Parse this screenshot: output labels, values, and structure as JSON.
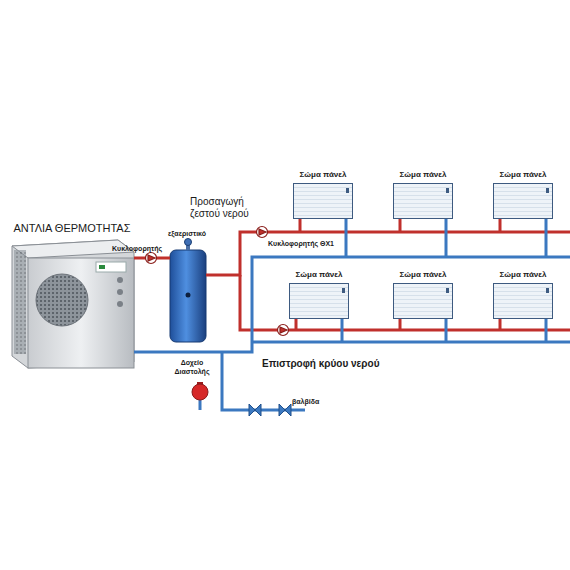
{
  "diagram": {
    "nodes": [
      {
        "text": [
          "ΑΝΤΛΙΑ ΘΕΡΜΟΤΗΤΑΣ"
        ]
      },
      {
        "text": [
          "Σώμα πάνελ"
        ]
      },
      {
        "text": [
          "Σώμα πάνελ"
        ]
      },
      {
        "text": [
          "Σώμα πάνελ"
        ]
      },
      {
        "text": [
          "Σώμα πάνελ"
        ]
      },
      {
        "text": [
          "Σώμα πάνελ"
        ]
      },
      {
        "text": [
          "Σώμα πάνελ"
        ]
      },
      {
        "text": [
          "Δοχείο Διαστολής"
        ]
      }
    ],
    "labels": [
      "Κυκλοφορητής",
      "εξαεριστικό",
      "Προσαγωγή ζεστού νερού",
      "Κυκλοφορητής ΘΧ1",
      "Επιστροφή κρύου νερού",
      "βαλβίδα"
    ]
  }
}
